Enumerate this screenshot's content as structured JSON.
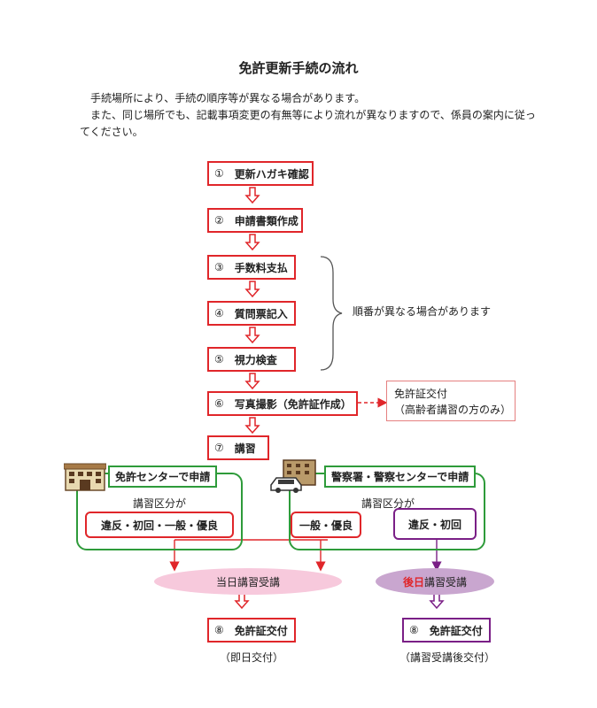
{
  "title": "免許更新手続の流れ",
  "intro": {
    "line1": "手続場所により、手続の順序等が異なる場合があります。",
    "line2": "また、同じ場所でも、記載事項変更の有無等により流れが異なりますので、係員の案内に従ってください。"
  },
  "steps": [
    {
      "num": "①",
      "label": "更新ハガキ確認"
    },
    {
      "num": "②",
      "label": "申請書類作成"
    },
    {
      "num": "③",
      "label": "手数料支払"
    },
    {
      "num": "④",
      "label": "質問票記入"
    },
    {
      "num": "⑤",
      "label": "視力検査"
    },
    {
      "num": "⑥",
      "label": "写真撮影（免許証作成）"
    },
    {
      "num": "⑦",
      "label": "講習"
    }
  ],
  "brace_note": "順番が異なる場合があります",
  "side_box": {
    "line1": "免許証交付",
    "line2": "（高齢者講習の方のみ）"
  },
  "groups": {
    "center": {
      "head": "免許センターで申請",
      "label": "講習区分が",
      "choice": "違反・初回・一般・優良",
      "icon": "building-icon"
    },
    "police": {
      "head": "警察署・警察センターで申請",
      "label": "講習区分が",
      "choice_left": "一般・優良",
      "choice_right": "違反・初回",
      "icon": "police-station-icon"
    }
  },
  "same_day": {
    "label": "当日講習受講"
  },
  "later_day": {
    "highlight": "後日",
    "label": "講習受講"
  },
  "finals": {
    "left": {
      "num": "⑧",
      "label": "免許証交付",
      "caption": "（即日交付）"
    },
    "right": {
      "num": "⑧",
      "label": "免許証交付",
      "caption": "（講習受講後交付）"
    }
  },
  "colors": {
    "red": "#e0262a",
    "green": "#2e9b3a",
    "purple": "#7a1f86",
    "pink_ellipse": "#f7c9dc",
    "purple_ellipse": "#c9a6cf"
  }
}
